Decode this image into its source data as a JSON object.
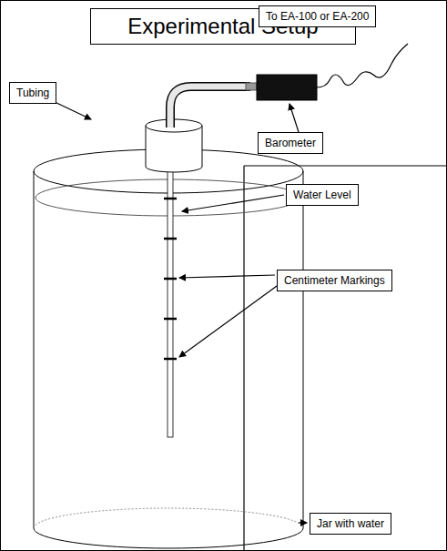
{
  "diagram": {
    "title": "Experimental Setup",
    "nodes": [
      {
        "text": [
          "To EA-100 or EA-200"
        ]
      },
      {
        "text": [
          "Tubing"
        ]
      },
      {
        "text": [
          "Barometer"
        ]
      },
      {
        "text": [
          "Water Level"
        ]
      },
      {
        "text": [
          "Centimeter Markings"
        ]
      },
      {
        "text": [
          "Jar with water"
        ]
      }
    ]
  }
}
